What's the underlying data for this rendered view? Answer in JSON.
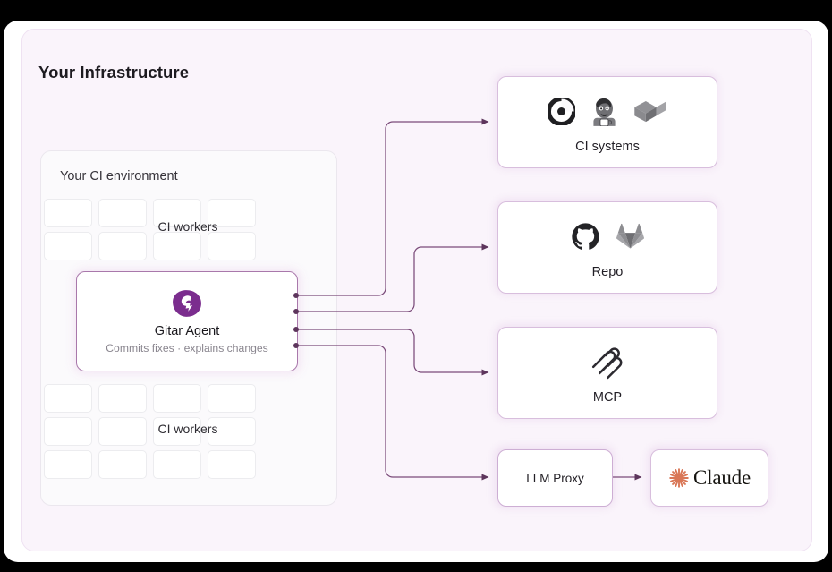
{
  "page": {
    "title": "Your Infrastructure",
    "accent_purple": "#7b2d8e",
    "border_purple": "#a978ab",
    "panel_bg": "#faf4fb",
    "wire_color": "#6f3f6d",
    "claude_orange": "#d97757"
  },
  "ci_environment": {
    "title": "Your CI environment",
    "workers_top": {
      "label": "CI workers",
      "rows": 2,
      "cols": 4
    },
    "workers_bottom": {
      "label": "CI workers",
      "rows": 3,
      "cols": 4
    },
    "agent": {
      "name": "Gitar Agent",
      "subtitle": "Commits fixes · explains changes",
      "logo_icon": "gitar-logo-icon"
    }
  },
  "targets": [
    {
      "id": "ci-systems",
      "caption": "CI systems",
      "logos": [
        "circleci-icon",
        "jenkins-icon",
        "buildkite-icon"
      ]
    },
    {
      "id": "repo",
      "caption": "Repo",
      "logos": [
        "github-icon",
        "gitlab-icon"
      ]
    },
    {
      "id": "mcp",
      "caption": "MCP",
      "logos": [
        "mcp-icon"
      ]
    }
  ],
  "llm": {
    "proxy_label": "LLM Proxy",
    "claude_label": "Claude",
    "claude_logo_icon": "claude-starburst-icon"
  },
  "connections": [
    {
      "from": "gitar-agent",
      "to": "ci-systems"
    },
    {
      "from": "gitar-agent",
      "to": "repo"
    },
    {
      "from": "gitar-agent",
      "to": "mcp"
    },
    {
      "from": "gitar-agent",
      "to": "llm-proxy"
    },
    {
      "from": "llm-proxy",
      "to": "claude"
    }
  ]
}
